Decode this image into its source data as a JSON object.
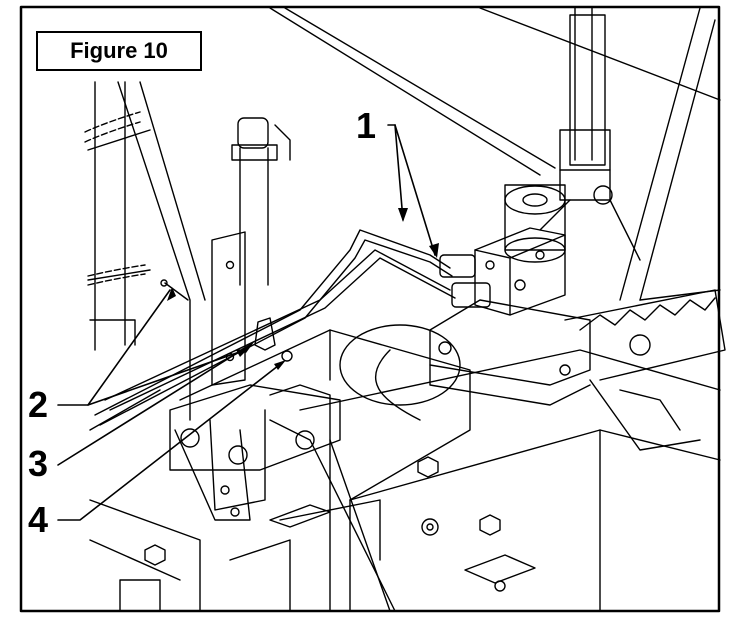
{
  "figure_title": "Figure 10",
  "callouts": [
    {
      "label": "1"
    },
    {
      "label": "2"
    },
    {
      "label": "3"
    },
    {
      "label": "4"
    }
  ],
  "colors": {
    "line": "#000000",
    "background": "#ffffff"
  }
}
